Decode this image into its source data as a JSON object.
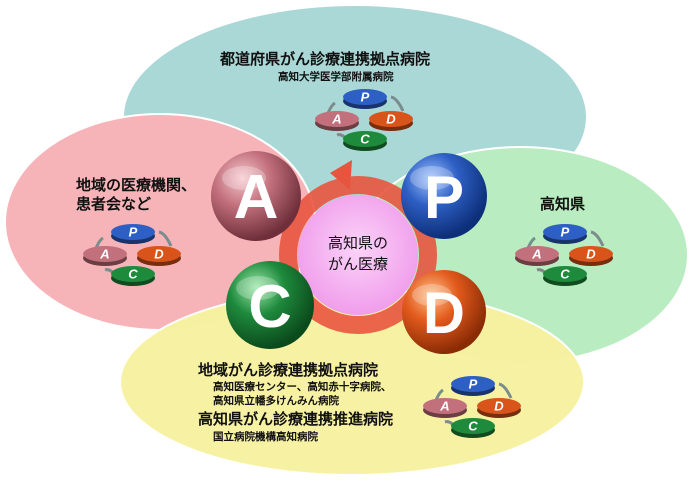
{
  "regions": {
    "prefecture_hub": {
      "title": "都道府県がん診療連携拠点病院",
      "subtitle": "高知大学医学部附属病院",
      "color": "#a9d8d6"
    },
    "kochi_pref": {
      "title": "高知県",
      "color": "#b9ecc0"
    },
    "local": {
      "title_line1": "地域の医療機関、",
      "title_line2": "患者会など",
      "color": "#f6b4b8"
    },
    "regional": {
      "title1": "地域がん診療連携拠点病院",
      "sub1a": "高知医療センター、高知赤十字病院、",
      "sub1b": "高知県立幡多けんみん病院",
      "title2": "高知県がん診療連携推進病院",
      "sub2": "国立病院機構高知病院",
      "color": "#f7f2a1"
    }
  },
  "center": {
    "line1": "高知県の",
    "line2": "がん医療",
    "color": "#f3a9f0",
    "ring_color": "#e8553f"
  },
  "pdca": {
    "letters": {
      "p": "P",
      "d": "D",
      "c": "C",
      "a": "A"
    },
    "colors": {
      "p": "#2d5fc4",
      "d": "#d9541b",
      "c": "#1e8a3c",
      "a": "#c2707c"
    },
    "mini_cycles": [
      "prefecture_hub",
      "kochi_pref",
      "local",
      "regional"
    ]
  }
}
